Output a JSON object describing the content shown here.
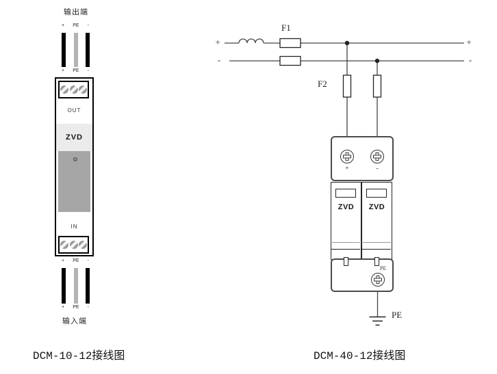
{
  "symbols": {
    "plus": "+",
    "pe": "PE",
    "minus": "-"
  },
  "left_diagram": {
    "caption": "DCM-10-12接线图",
    "output_side_label": "输出端",
    "input_side_label": "输入端",
    "device": {
      "brand": "ZVD",
      "out_port": "OUT",
      "in_port": "IN"
    }
  },
  "right_diagram": {
    "caption": "DCM-40-12接线图",
    "fuse_f1_label": "F1",
    "fuse_f2_label": "F2",
    "line_plus": "+",
    "line_minus": "-",
    "terminal_plus": "+",
    "terminal_minus": "-",
    "module_brand": "ZVD",
    "pe_terminal_label": "PE",
    "ground_label": "PE"
  },
  "colors": {
    "wire": "#444444",
    "device_border": "#000000",
    "spd_border": "#4a4a4a",
    "body_gray": "#a6a6a6",
    "brand_strip_gray": "#ebebeb",
    "bar_black": "#000000",
    "bar_gray": "#b3b3b3"
  }
}
